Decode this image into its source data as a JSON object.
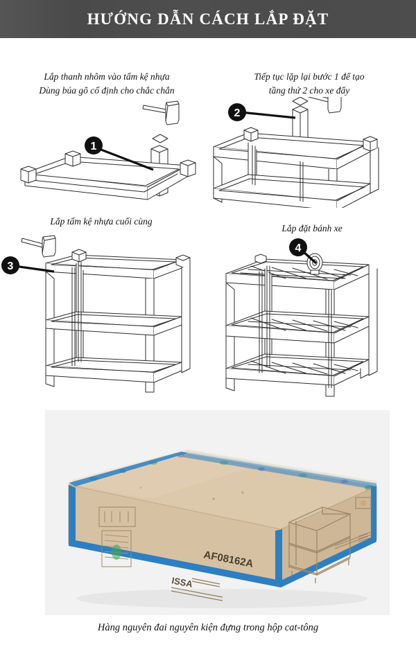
{
  "header": {
    "title": "HƯỚNG DẪN CÁCH LẮP ĐẶT"
  },
  "steps": [
    {
      "number": "1",
      "caption": "Lắp thanh nhôm vào tấm kệ nhựa\nDùng búa gõ cố định cho chắc chắn",
      "badge_label": "1",
      "figure_name": "step1-tray-and-post-illustration"
    },
    {
      "number": "2",
      "caption": "Tiếp tục lặp lại bước 1 để tạo\ntầng thứ 2 cho xe đẩy",
      "badge_label": "2",
      "figure_name": "step2-second-tier-illustration"
    },
    {
      "number": "3",
      "caption": "Lắp tấm kệ nhựa cuối cùng",
      "badge_label": "3",
      "figure_name": "step3-final-shelf-illustration"
    },
    {
      "number": "4",
      "caption": "Lắp đặt bánh xe",
      "badge_label": "4",
      "figure_name": "step4-caster-wheel-illustration"
    }
  ],
  "photo": {
    "box_model_text": "AF08162A",
    "box_brand_text": "ISSA",
    "alt_name": "carton-box-photo"
  },
  "bottom_caption": "Hàng nguyên đai nguyên kiện đựng trong hộp cat-tông",
  "colors": {
    "header_bg": "#4b4b4b",
    "header_text": "#ffffff",
    "body_text": "#111111",
    "badge_fill": "#111111",
    "badge_text": "#ffffff",
    "photo_bg": "#f2f2f2",
    "carton": "#d9c4a6",
    "carton_tape": "#2d7fc1",
    "line": "#2b2b2b"
  }
}
